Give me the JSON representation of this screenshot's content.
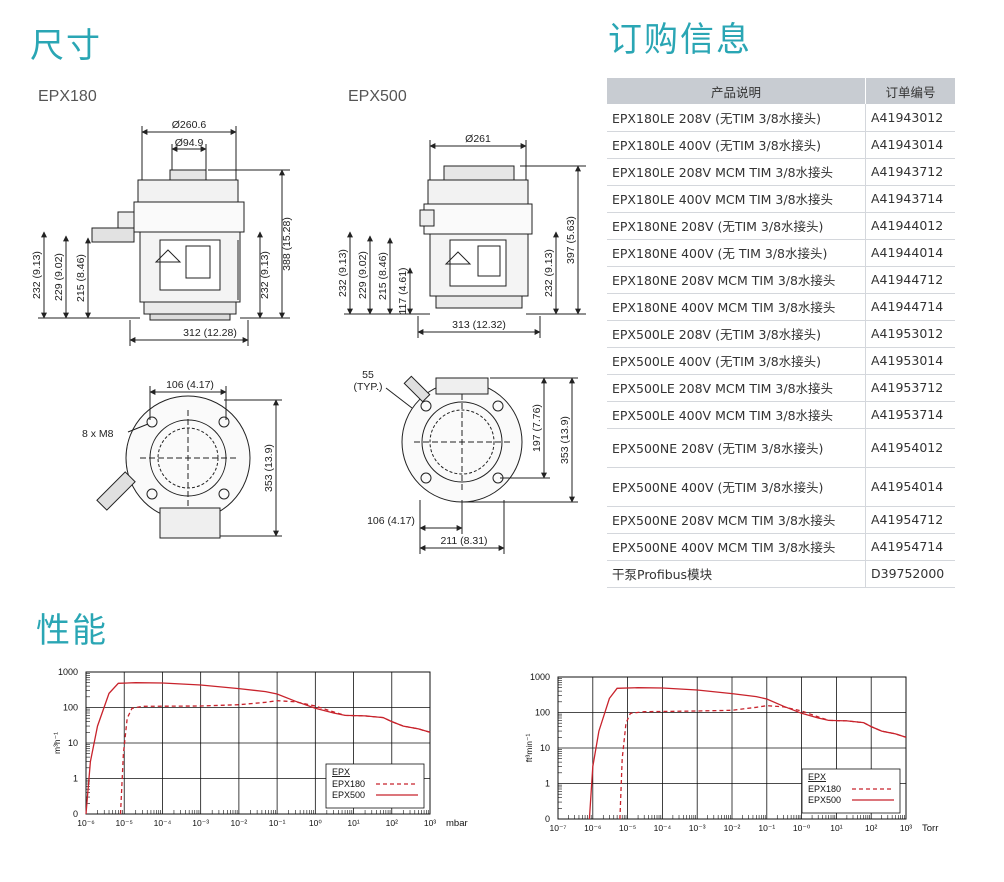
{
  "dimensions": {
    "title": "尺寸",
    "epx180": {
      "label": "EPX180",
      "side": {
        "dia_outer": "Ø260.6",
        "dia_inner": "Ø94.9",
        "h1": "232 (9.13)",
        "h2": "229 (9.02)",
        "h3": "215 (8.46)",
        "h_right1": "232 (9.13)",
        "h_right2": "388 (15.28)",
        "width": "312 (12.28)"
      },
      "top": {
        "d1": "106 (4.17)",
        "bolts": "8 x M8",
        "h": "353 (13.9)"
      }
    },
    "epx500": {
      "label": "EPX500",
      "side": {
        "dia_outer": "Ø261",
        "h1": "232 (9.13)",
        "h2": "229 (9.02)",
        "h3": "215 (8.46)",
        "h4": "117 (4.61)",
        "h_right1": "232 (9.13)",
        "h_right2": "397 (5.63)",
        "width": "313 (12.32)"
      },
      "top": {
        "angle_value": "55",
        "angle_note": "(TYP.)",
        "h1": "197 (7.76)",
        "h2": "353 (13.9)",
        "w1": "106 (4.17)",
        "w2": "211 (8.31)"
      }
    }
  },
  "ordering": {
    "title": "订购信息",
    "headers": [
      "产品说明",
      "订单编号"
    ],
    "rows": [
      {
        "desc": "EPX180LE 208V (无TIM 3/8水接头)",
        "code": "A41943012"
      },
      {
        "desc": "EPX180LE 400V (无TIM 3/8水接头)",
        "code": "A41943014"
      },
      {
        "desc": "EPX180LE 208V MCM TIM 3/8水接头",
        "code": "A41943712"
      },
      {
        "desc": "EPX180LE 400V MCM TIM 3/8水接头",
        "code": "A41943714"
      },
      {
        "desc": "EPX180NE 208V (无TIM 3/8水接头)",
        "code": "A41944012"
      },
      {
        "desc": "EPX180NE 400V (无 TIM 3/8水接头)",
        "code": "A41944014"
      },
      {
        "desc": "EPX180NE 208V MCM TIM 3/8水接头",
        "code": "A41944712"
      },
      {
        "desc": "EPX180NE 400V MCM TIM 3/8水接头",
        "code": "A41944714"
      },
      {
        "desc": "EPX500LE 208V (无TIM 3/8水接头)",
        "code": "A41953012"
      },
      {
        "desc": "EPX500LE 400V (无TIM 3/8水接头)",
        "code": "A41953014"
      },
      {
        "desc": "EPX500LE 208V MCM TIM 3/8水接头",
        "code": "A41953712"
      },
      {
        "desc": "EPX500LE 400V MCM TIM 3/8水接头",
        "code": "A41953714"
      },
      {
        "desc": "EPX500NE 208V (无TIM 3/8水接头)",
        "code": "A41954012"
      },
      {
        "desc": "EPX500NE 400V (无TIM 3/8水接头)",
        "code": "A41954014"
      },
      {
        "desc": "EPX500NE 208V MCM TIM 3/8水接头",
        "code": "A41954712"
      },
      {
        "desc": "EPX500NE 400V MCM TIM 3/8水接头",
        "code": "A41954714"
      },
      {
        "desc": "干泵Profibus模块",
        "code": "D39752000"
      }
    ]
  },
  "performance": {
    "title": "性能"
  },
  "chart_data": [
    {
      "type": "line",
      "xscale": "log",
      "yscale": "log",
      "xlim": [
        1e-06,
        1000
      ],
      "ylim": [
        0.1,
        1000
      ],
      "xlabel": "mbar",
      "ylabel": "m³h⁻¹",
      "xticks": [
        "10⁻⁶",
        "10⁻⁵",
        "10⁻⁴",
        "10⁻³",
        "10⁻²",
        "10⁻¹",
        "10⁰",
        "10¹",
        "10²",
        "10³"
      ],
      "yticks": [
        "0",
        "1",
        "10",
        "100",
        "1000"
      ],
      "legend_title": "EPX",
      "legend_position": "bottom-right",
      "series": [
        {
          "name": "EPX180",
          "style": "dashed",
          "color": "#c8232c",
          "points": [
            [
              8e-06,
              0.1
            ],
            [
              9.5e-06,
              5
            ],
            [
              1.2e-05,
              50
            ],
            [
              1.6e-05,
              95
            ],
            [
              3e-05,
              108
            ],
            [
              0.001,
              110
            ],
            [
              0.01,
              120
            ],
            [
              0.05,
              140
            ],
            [
              0.1,
              155
            ],
            [
              0.3,
              145
            ],
            [
              1,
              110
            ],
            [
              3,
              75
            ],
            [
              6,
              60
            ],
            [
              20,
              58
            ],
            [
              60,
              52
            ],
            [
              100,
              40
            ],
            [
              200,
              30
            ],
            [
              500,
              25
            ],
            [
              1000,
              20
            ]
          ]
        },
        {
          "name": "EPX500",
          "style": "solid",
          "color": "#c8232c",
          "points": [
            [
              1e-06,
              0.1
            ],
            [
              1.3e-06,
              3
            ],
            [
              2e-06,
              30
            ],
            [
              4e-06,
              250
            ],
            [
              7e-06,
              480
            ],
            [
              2e-05,
              500
            ],
            [
              0.0001,
              490
            ],
            [
              0.001,
              430
            ],
            [
              0.01,
              340
            ],
            [
              0.05,
              280
            ],
            [
              0.1,
              240
            ],
            [
              0.3,
              150
            ],
            [
              1,
              95
            ],
            [
              3,
              70
            ],
            [
              6,
              60
            ],
            [
              20,
              58
            ],
            [
              60,
              52
            ],
            [
              100,
              40
            ],
            [
              200,
              30
            ],
            [
              500,
              25
            ],
            [
              1000,
              20
            ]
          ]
        }
      ]
    },
    {
      "type": "line",
      "xscale": "log",
      "yscale": "log",
      "xlim": [
        1e-07,
        1000
      ],
      "ylim": [
        0.1,
        1000
      ],
      "xlabel": "Torr",
      "ylabel": "ft³min⁻¹",
      "xticks": [
        "10⁻⁷",
        "10⁻⁶",
        "10⁻⁵",
        "10⁻⁴",
        "10⁻³",
        "10⁻²",
        "10⁻¹",
        "10⁻⁰",
        "10¹",
        "10²",
        "10³"
      ],
      "yticks": [
        "0",
        "1",
        "10",
        "100",
        "1000"
      ],
      "legend_title": "EPX",
      "legend_position": "bottom-right",
      "series": [
        {
          "name": "EPX180",
          "style": "dashed",
          "color": "#c8232c",
          "points": [
            [
              6e-06,
              0.1
            ],
            [
              7e-06,
              5
            ],
            [
              9e-06,
              50
            ],
            [
              1.2e-05,
              95
            ],
            [
              3e-05,
              105
            ],
            [
              0.001,
              110
            ],
            [
              0.01,
              115
            ],
            [
              0.05,
              140
            ],
            [
              0.1,
              155
            ],
            [
              0.3,
              145
            ],
            [
              1,
              110
            ],
            [
              3,
              75
            ],
            [
              6,
              60
            ],
            [
              20,
              58
            ],
            [
              60,
              52
            ],
            [
              100,
              40
            ],
            [
              200,
              30
            ],
            [
              500,
              25
            ],
            [
              1000,
              20
            ]
          ]
        },
        {
          "name": "EPX500",
          "style": "solid",
          "color": "#c8232c",
          "points": [
            [
              8e-07,
              0.1
            ],
            [
              1e-06,
              3
            ],
            [
              1.5e-06,
              30
            ],
            [
              3e-06,
              250
            ],
            [
              5e-06,
              480
            ],
            [
              2e-05,
              500
            ],
            [
              0.0001,
              490
            ],
            [
              0.001,
              430
            ],
            [
              0.01,
              340
            ],
            [
              0.05,
              280
            ],
            [
              0.1,
              240
            ],
            [
              0.3,
              150
            ],
            [
              1,
              95
            ],
            [
              3,
              70
            ],
            [
              6,
              60
            ],
            [
              20,
              58
            ],
            [
              60,
              52
            ],
            [
              100,
              40
            ],
            [
              200,
              30
            ],
            [
              500,
              25
            ],
            [
              1000,
              20
            ]
          ]
        }
      ]
    }
  ]
}
